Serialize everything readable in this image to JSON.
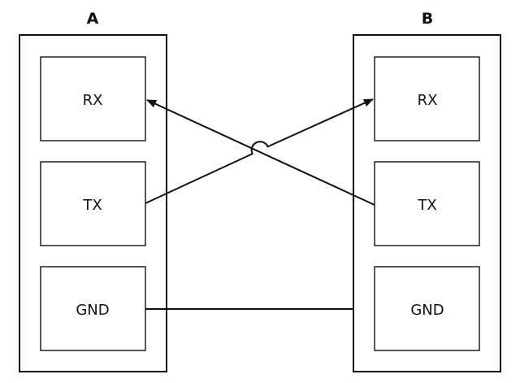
{
  "devices": {
    "a": {
      "label": "A",
      "pins": {
        "rx": "RX",
        "tx": "TX",
        "gnd": "GND"
      }
    },
    "b": {
      "label": "B",
      "pins": {
        "rx": "RX",
        "tx": "TX",
        "gnd": "GND"
      }
    }
  },
  "connections": [
    {
      "from": "A.TX",
      "to": "B.RX",
      "arrow": true
    },
    {
      "from": "B.TX",
      "to": "A.RX",
      "arrow": true
    },
    {
      "from": "A.GND",
      "to": "B.GND",
      "arrow": false
    }
  ],
  "colors": {
    "stroke": "#111111",
    "background": "#ffffff"
  }
}
